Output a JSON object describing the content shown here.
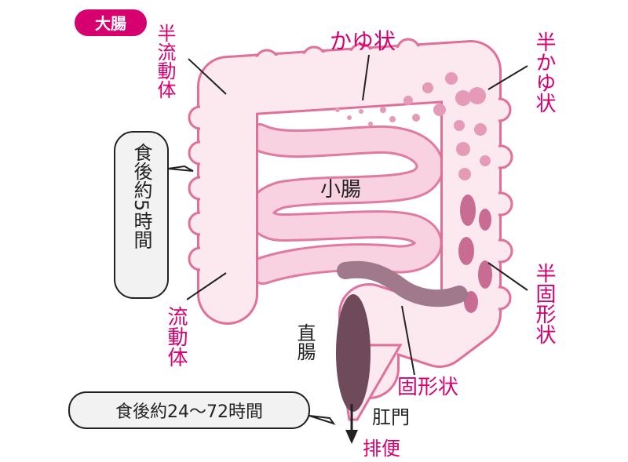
{
  "badge": "大腸",
  "labels": {
    "semi_fluid": "半流動体",
    "mushy": "かゆ状",
    "semi_mushy": "半かゆ状",
    "semi_solid": "半固形状",
    "solid": "固形状",
    "fluid": "流動体",
    "small_intestine": "小腸",
    "rectum": "直腸",
    "anus": "肛門",
    "defecation": "排便",
    "time_5h": "食後約5時間",
    "time_24_72h": "食後約24〜72時間"
  },
  "colors": {
    "accent": "#d6006f",
    "colon_fill": "#fbe6ee",
    "colon_stroke": "#e0709a",
    "small_intestine_fill": "#f6c8d8",
    "stool_dark": "#6e4a5a",
    "stool_mid": "#a07a8c",
    "blob": "#e59ab8"
  }
}
